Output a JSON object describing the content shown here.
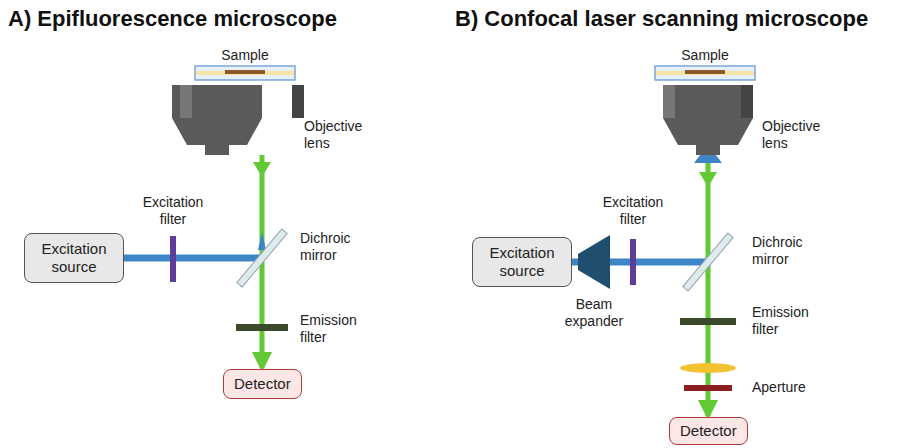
{
  "diagram": {
    "nodes": [
      {
        "text": [
          "Excitation source"
        ]
      },
      {
        "text": [
          "Detector"
        ]
      },
      {
        "text": [
          "Excitation source"
        ]
      },
      {
        "text": [
          "Detector"
        ]
      }
    ],
    "edges": [
      {
        "from": 0,
        "to": 1,
        "arrow": "to"
      },
      {
        "from": 2,
        "to": 3,
        "arrow": "to"
      }
    ],
    "labels": [
      "A) Epifluorescence microscope",
      "Sample",
      "Objective lens",
      "Excitation filter",
      "Dichroic mirror",
      "Emission filter",
      "B) Confocal laser scanning microscope",
      "Sample",
      "Objective lens",
      "Excitation filter",
      "Beam expander",
      "Dichroic mirror",
      "Emission filter",
      "Aperture"
    ]
  }
}
